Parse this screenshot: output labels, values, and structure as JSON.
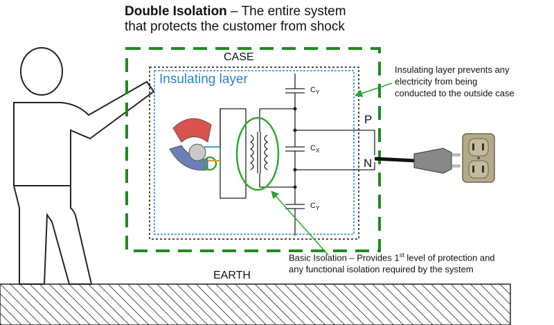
{
  "title": {
    "bold": "Double Isolation",
    "rest_line1": " – The entire system",
    "line2": "that protects the customer from shock"
  },
  "labels": {
    "case": "CASE",
    "insulating_layer": "Insulating layer",
    "earth": "EARTH",
    "p": "P",
    "n": "N"
  },
  "capacitors": [
    {
      "main": "C",
      "sub": "Y"
    },
    {
      "main": "C",
      "sub": "X"
    },
    {
      "main": "C",
      "sub": "Y"
    }
  ],
  "notes": {
    "insulating": [
      "Insulating layer prevents any",
      "electricity from being",
      "conducted to the outside case"
    ],
    "basic_line1_pre": "Basic Isolation – Provides 1",
    "basic_line1_sup": "st",
    "basic_line1_post": " level of protection and",
    "basic_line2": "any functional isolation required by the system"
  },
  "colors": {
    "case_border": "#1f8a1f",
    "insulating_layer": "#2f7fd0",
    "isolation_ellipse": "#2ea82e",
    "arrow": "#2aa62a"
  }
}
